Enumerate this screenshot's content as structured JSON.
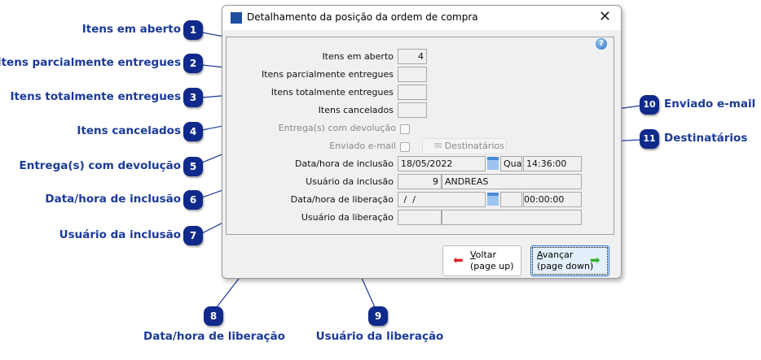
{
  "window": {
    "title": "Detalhamento da posição da ordem de compra",
    "help_icon": "?"
  },
  "form": {
    "itens_aberto": {
      "label": "Itens em aberto",
      "value": "4"
    },
    "itens_parciais": {
      "label": "Itens parcialmente entregues",
      "value": ""
    },
    "itens_totais": {
      "label": "Itens totalmente entregues",
      "value": ""
    },
    "itens_cancelados": {
      "label": "Itens cancelados",
      "value": ""
    },
    "entrega_devolucao": {
      "label": "Entrega(s) com devolução",
      "checked": false
    },
    "enviado_email": {
      "label": "Enviado e-mail",
      "checked": false
    },
    "destinatarios": {
      "label": "Destinatários"
    },
    "data_inclusao": {
      "label": "Data/hora de inclusão",
      "date": "18/05/2022",
      "weekday": "Qua",
      "time": "14:36:00"
    },
    "usuario_inclusao": {
      "label": "Usuário da inclusão",
      "code": "9",
      "name": "ANDREAS"
    },
    "data_liberacao": {
      "label": "Data/hora de liberação",
      "date": " /  /",
      "weekday": "",
      "time": "00:00:00"
    },
    "usuario_liberacao": {
      "label": "Usuário da liberação",
      "code": "",
      "name": ""
    }
  },
  "buttons": {
    "voltar": {
      "accel": "V",
      "rest": "oltar",
      "line2": "(page up)"
    },
    "avancar": {
      "accel": "A",
      "rest": "vançar",
      "line2": "(page down)"
    }
  },
  "callouts": [
    {
      "n": "1",
      "text": "Itens em aberto"
    },
    {
      "n": "2",
      "text": "Itens parcialmente entregues"
    },
    {
      "n": "3",
      "text": "Itens totalmente entregues"
    },
    {
      "n": "4",
      "text": "Itens cancelados"
    },
    {
      "n": "5",
      "text": "Entrega(s) com devolução"
    },
    {
      "n": "6",
      "text": "Data/hora de inclusão"
    },
    {
      "n": "7",
      "text": "Usuário da inclusão"
    },
    {
      "n": "8",
      "text": "Data/hora de liberação"
    },
    {
      "n": "9",
      "text": "Usuário da liberação"
    },
    {
      "n": "10",
      "text": "Enviado e-mail"
    },
    {
      "n": "11",
      "text": "Destinatários"
    }
  ],
  "colors": {
    "callout_text": "#1b3a9a",
    "badge": "#0f2a8a",
    "line": "#1b3a9a"
  }
}
